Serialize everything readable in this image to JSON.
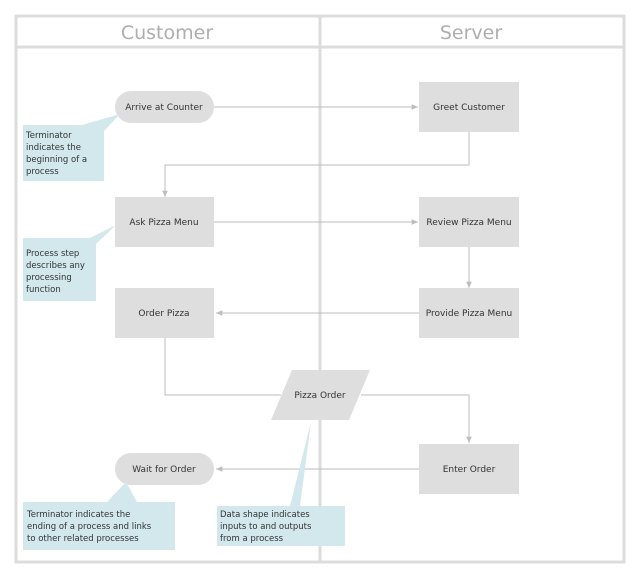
{
  "colors": {
    "lane_border": "#dcdcdc",
    "node_fill": "#dedede",
    "note_fill": "#d2e8ec",
    "connector": "#bdbdbd",
    "lane_title": "#aeaeae",
    "text": "#333333"
  },
  "lanes": {
    "customer": "Customer",
    "server": "Server"
  },
  "nodes": {
    "arrive": "Arrive at Counter",
    "greet": "Greet Customer",
    "ask_menu": "Ask Pizza Menu",
    "review_menu": "Review Pizza Menu",
    "order_pizza": "Order Pizza",
    "provide_menu": "Provide Pizza Menu",
    "pizza_order": "Pizza Order",
    "enter_order": "Enter Order",
    "wait_order": "Wait for Order"
  },
  "notes": {
    "terminator_start": [
      "Terminator",
      "indicates the",
      "beginning of a",
      "process"
    ],
    "process_step": [
      "Process step",
      "describes any",
      "processing",
      "function"
    ],
    "terminator_end": [
      "Terminator  indicates the",
      "ending of a process and links",
      "to other related processes"
    ],
    "data_shape": [
      "Data shape indicates",
      "inputs to and outputs",
      "from a process"
    ]
  }
}
